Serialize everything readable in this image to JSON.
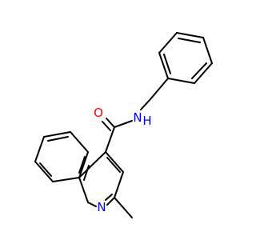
{
  "molecule": {
    "atoms": {
      "oxygen": "O",
      "amide_n": "N",
      "amide_h": "H",
      "ring_n": "N"
    },
    "colors": {
      "oxygen": "#ff0000",
      "nitrogen": "#0000ff",
      "bond": "#000000"
    }
  }
}
